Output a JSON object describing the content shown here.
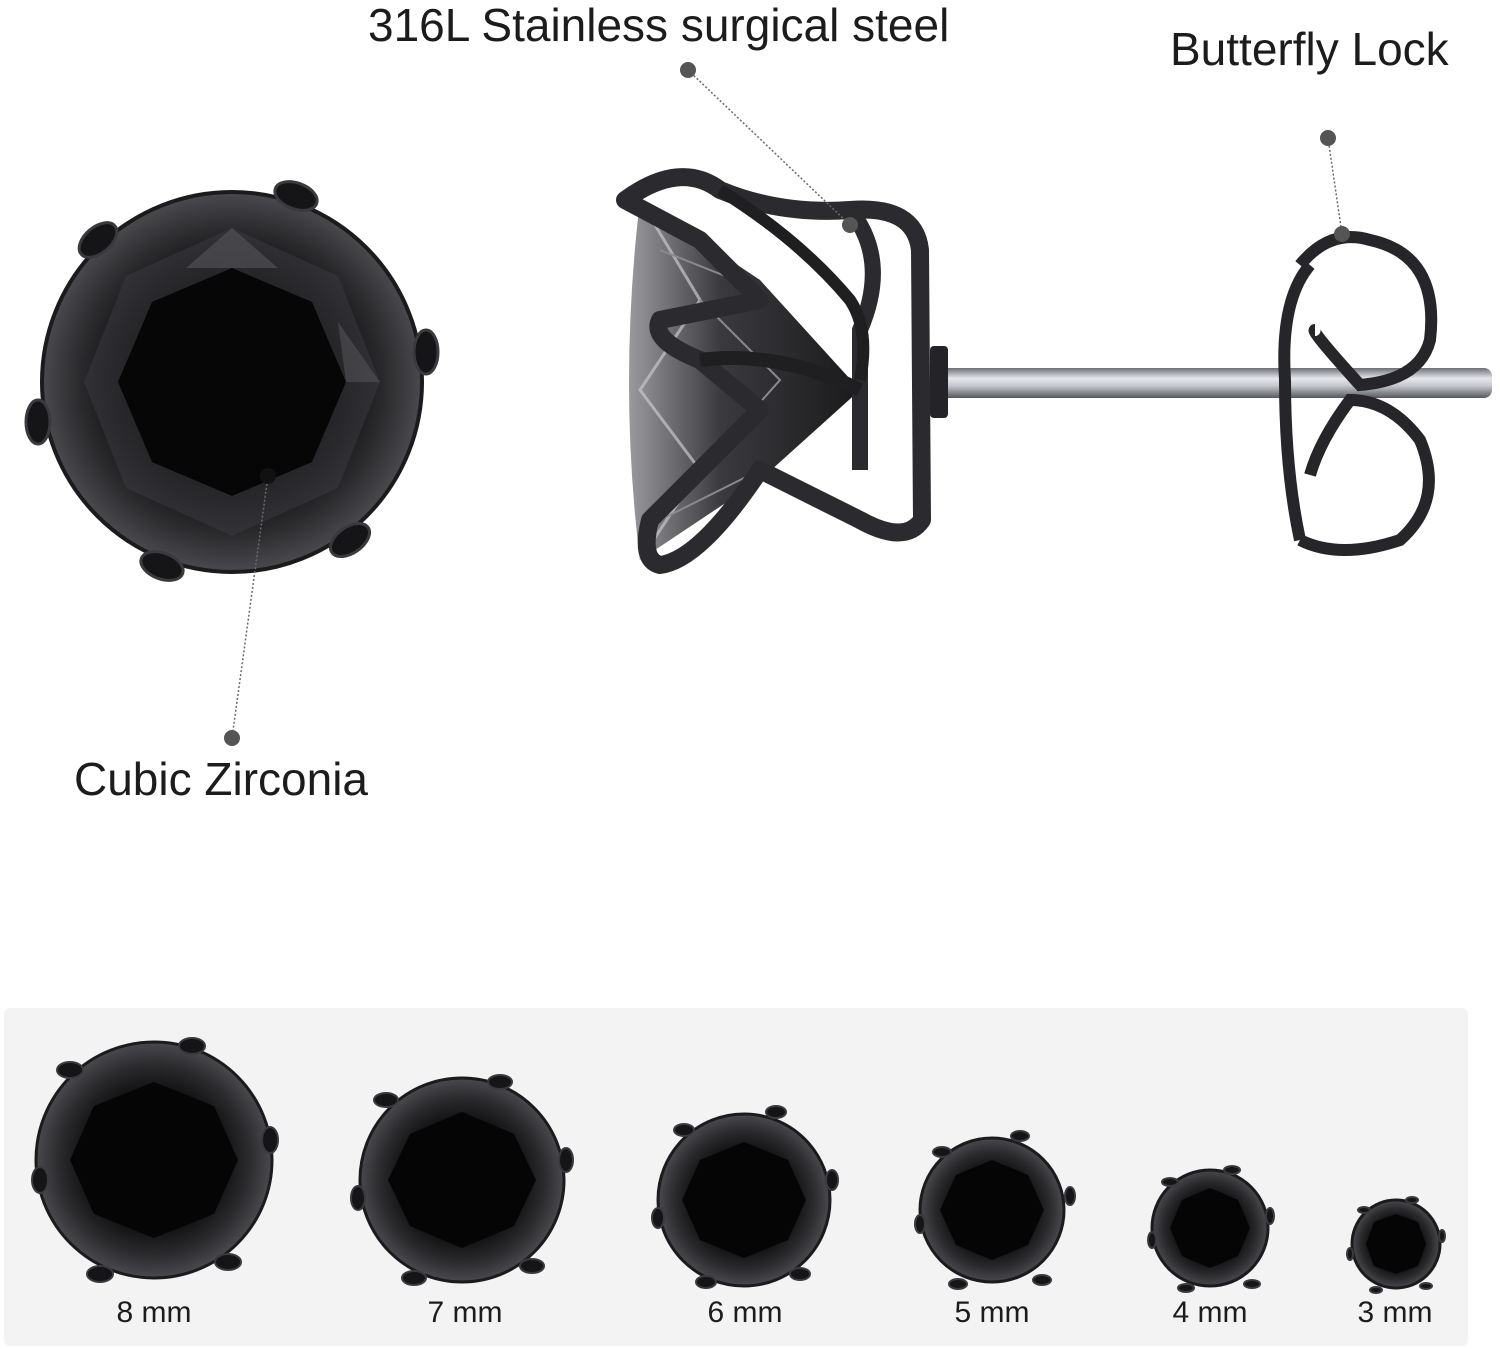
{
  "callouts": {
    "material": "316L Stainless surgical steel",
    "lock": "Butterfly Lock",
    "stone": "Cubic Zirconia"
  },
  "sizes": [
    "8 mm",
    "7 mm",
    "6 mm",
    "5 mm",
    "4 mm",
    "3 mm"
  ],
  "colors": {
    "background": "#ffffff",
    "panel": "#f3f3f3",
    "stone": "#0a0a0a",
    "metal": "#2b2b2f",
    "post": "#b9bcc2"
  }
}
